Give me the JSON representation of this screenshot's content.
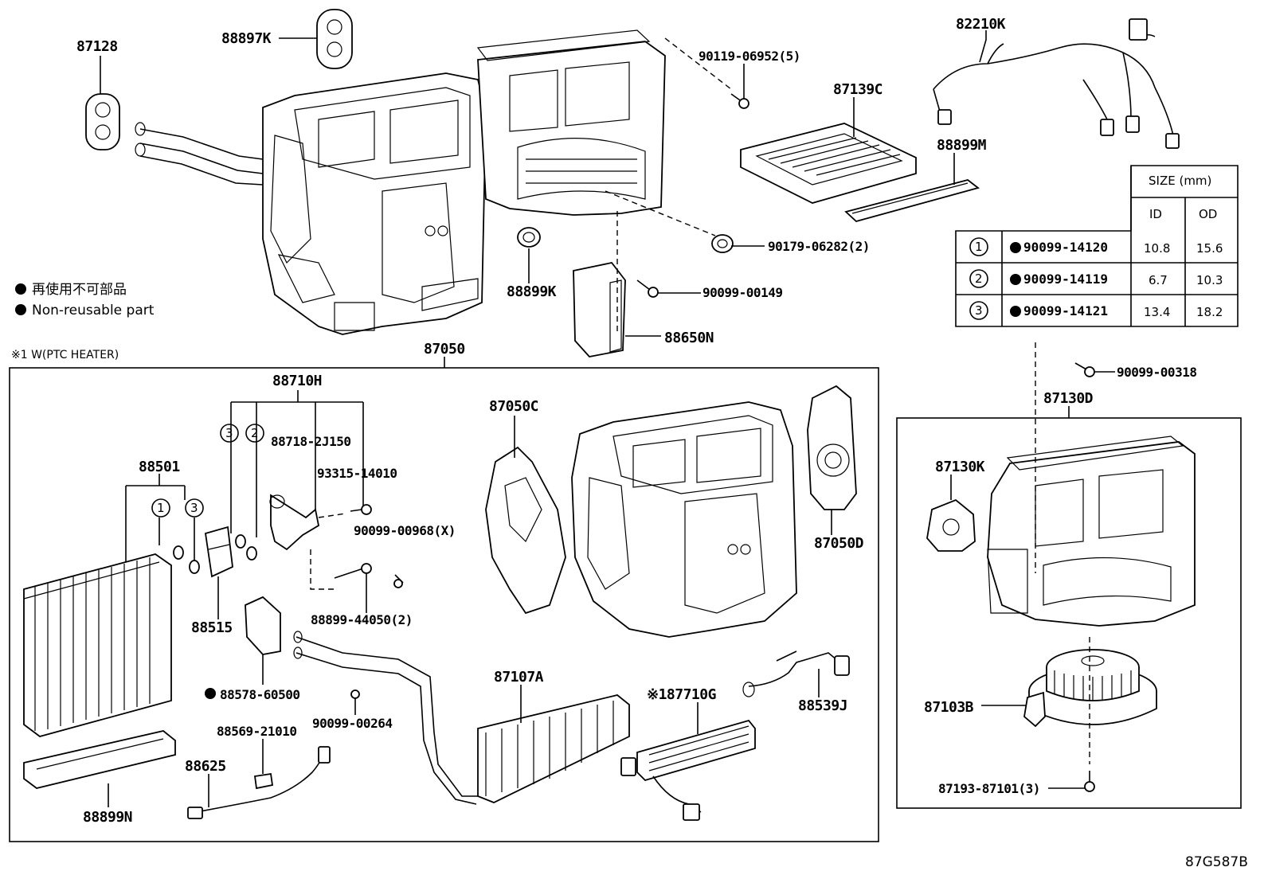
{
  "labels": {
    "p87128": "87128",
    "p88897k": "88897K",
    "p90119": "90119-06952(5)",
    "p82210k": "82210K",
    "p87139c": "87139C",
    "p88899m": "88899M",
    "p90179": "90179-06282(2)",
    "p88899k": "88899K",
    "p90099_00149": "90099-00149",
    "p88650n": "88650N",
    "p87050": "87050",
    "p90099_00318": "90099-00318",
    "p87130d": "87130D",
    "p88710h": "88710H",
    "p87050c": "87050C",
    "p88718": "88718-2J150",
    "p93315": "93315-14010",
    "p88501": "88501",
    "p90099_00968": "90099-00968(X)",
    "p87050d": "87050D",
    "p87130k": "87130K",
    "p88515": "88515",
    "p88899_44050": "88899-44050(2)",
    "p88578": "88578-60500",
    "p87107a": "87107A",
    "p87710g": "※187710G",
    "p88539j": "88539J",
    "p87103b": "87103B",
    "p90099_00264": "90099-00264",
    "p88569": "88569-21010",
    "p88625": "88625",
    "p87193": "87193-87101(3)",
    "p88899n": "88899N",
    "p87g587b": "87G587B"
  },
  "legend": {
    "jp": "再使用不可部品",
    "en": "Non-reusable part"
  },
  "ptc_note": "※1 W(PTC HEATER)",
  "circled": {
    "c1": "1",
    "c2": "2",
    "c3": "3"
  },
  "size_table": {
    "title": "SIZE (mm)",
    "col_id": "ID",
    "col_od": "OD",
    "rows": [
      {
        "no": "1",
        "part": "90099-14120",
        "id": "10.8",
        "od": "15.6"
      },
      {
        "no": "2",
        "part": "90099-14119",
        "id": "6.7",
        "od": "10.3"
      },
      {
        "no": "3",
        "part": "90099-14121",
        "id": "13.4",
        "od": "18.2"
      }
    ]
  }
}
